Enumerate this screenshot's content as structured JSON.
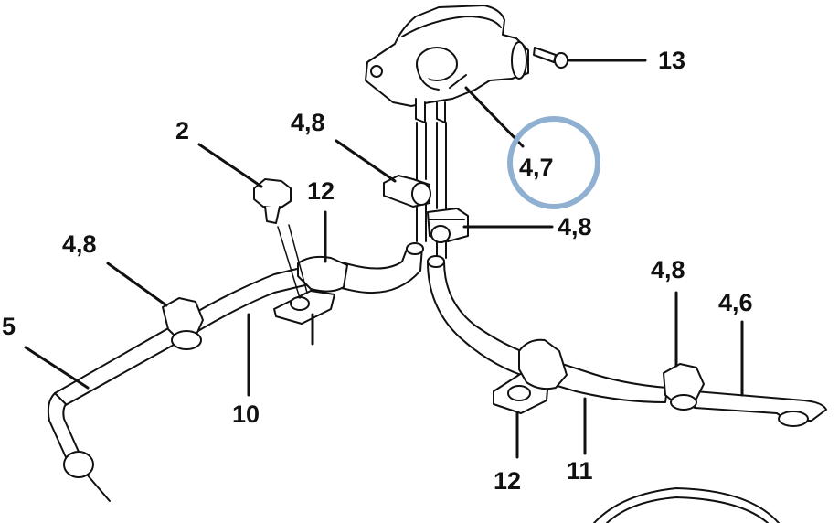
{
  "diagram": {
    "labels": {
      "item_13": "13",
      "item_4_7": "4,7",
      "item_4_8_a": "4,8",
      "item_4_8_b": "4,8",
      "item_4_8_c": "4,8",
      "item_4_8_d": "4,8",
      "item_4_6": "4,6",
      "item_2": "2",
      "item_12_a": "12",
      "item_12_b": "12",
      "item_5": "5",
      "item_10": "10",
      "item_11": "11"
    },
    "highlight": {
      "target": "item_4_7",
      "color": "#8fb0d1"
    },
    "line_color": "#111111",
    "fill_color": "#ffffff"
  }
}
